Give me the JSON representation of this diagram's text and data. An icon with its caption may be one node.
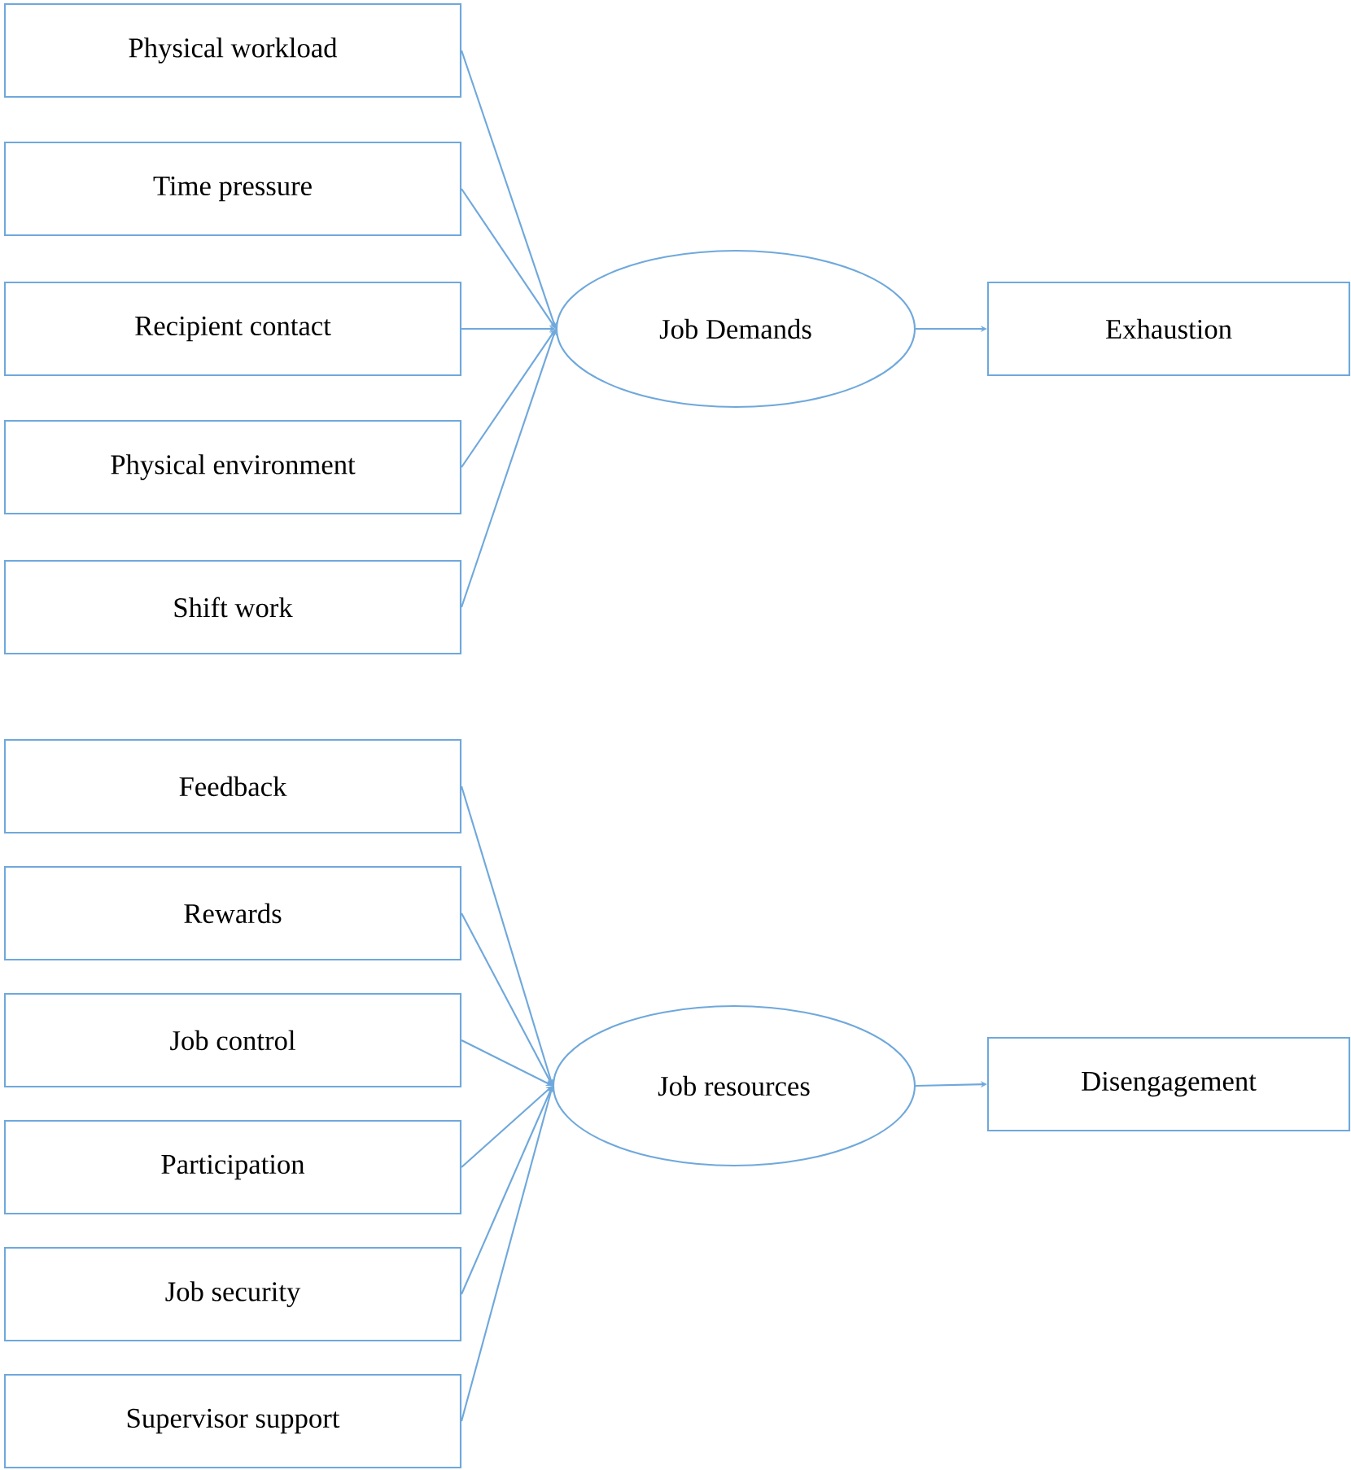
{
  "diagram": {
    "nodes": [
      {
        "text": [
          "Physical workload"
        ]
      },
      {
        "text": [
          "Time pressure"
        ]
      },
      {
        "text": [
          "Recipient contact"
        ]
      },
      {
        "text": [
          "Physical environment"
        ]
      },
      {
        "text": [
          "Shift work"
        ]
      },
      {
        "text": [
          "Job Demands"
        ]
      },
      {
        "text": [
          "Exhaustion"
        ]
      },
      {
        "text": [
          "Feedback"
        ]
      },
      {
        "text": [
          "Rewards"
        ]
      },
      {
        "text": [
          "Job control"
        ]
      },
      {
        "text": [
          "Participation"
        ]
      },
      {
        "text": [
          "Job security"
        ]
      },
      {
        "text": [
          "Supervisor support"
        ]
      },
      {
        "text": [
          "Job resources"
        ]
      },
      {
        "text": [
          "Disengagement"
        ]
      }
    ],
    "edges": [
      {
        "from": 0,
        "to": 5,
        "arrow": "to"
      },
      {
        "from": 1,
        "to": 5,
        "arrow": "to"
      },
      {
        "from": 2,
        "to": 5,
        "arrow": "to"
      },
      {
        "from": 3,
        "to": 5,
        "arrow": "to"
      },
      {
        "from": 4,
        "to": 5,
        "arrow": "to"
      },
      {
        "from": 5,
        "to": 6,
        "arrow": "to"
      },
      {
        "from": 7,
        "to": 13,
        "arrow": "to"
      },
      {
        "from": 8,
        "to": 13,
        "arrow": "to"
      },
      {
        "from": 9,
        "to": 13,
        "arrow": "to"
      },
      {
        "from": 10,
        "to": 13,
        "arrow": "to"
      },
      {
        "from": 11,
        "to": 13,
        "arrow": "to"
      },
      {
        "from": 12,
        "to": 13,
        "arrow": "to"
      },
      {
        "from": 13,
        "to": 14,
        "arrow": "to"
      }
    ]
  }
}
